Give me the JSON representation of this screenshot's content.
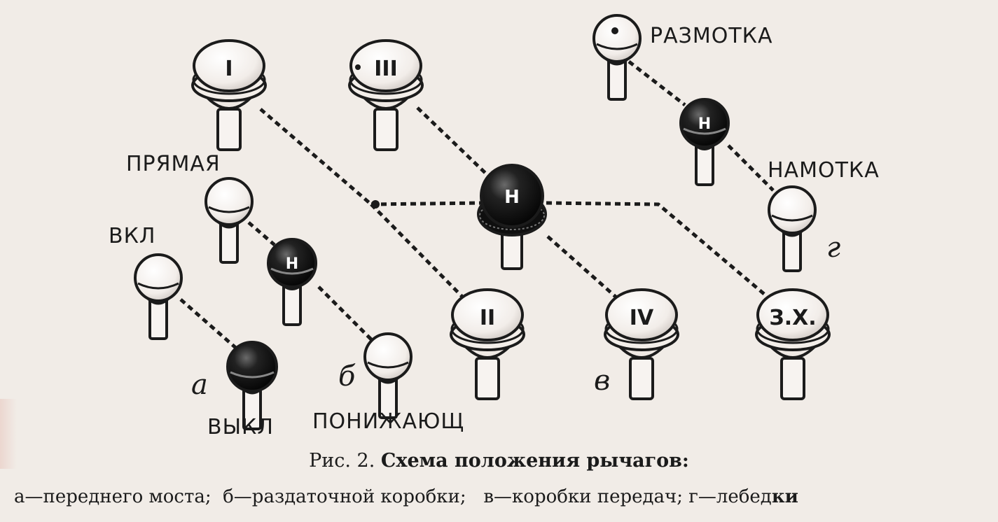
{
  "labels": {
    "razmotka": "РАЗМОТКА",
    "namotka": "НАМОТКА",
    "pryamaya": "ПРЯМАЯ",
    "vkl": "ВКЛ",
    "vykl": "ВЫКЛ",
    "ponizhayushch": "ПОНИЖАЮЩ"
  },
  "letters": {
    "a": "а",
    "b": "б",
    "v": "в",
    "g": "г"
  },
  "knob_marks": {
    "gear_1": "I",
    "gear_3": "III",
    "gear_2": "II",
    "gear_4": "IV",
    "reverse": "З.Х.",
    "neutral": "Н"
  },
  "caption": {
    "prefix": "Рис. 2.",
    "title": "Схема положения рычагов:",
    "legend_a": "а—переднего моста;",
    "legend_b": "б—раздаточной коробки;",
    "legend_v": "в—коробки передач;",
    "legend_g_prefix": "г—лебед",
    "legend_g_suffix": "ки"
  },
  "colors": {
    "paper": "#f1ece7",
    "ink": "#1b1b1b",
    "knob_light": "#f7f3f0",
    "knob_dark": "#151515"
  }
}
